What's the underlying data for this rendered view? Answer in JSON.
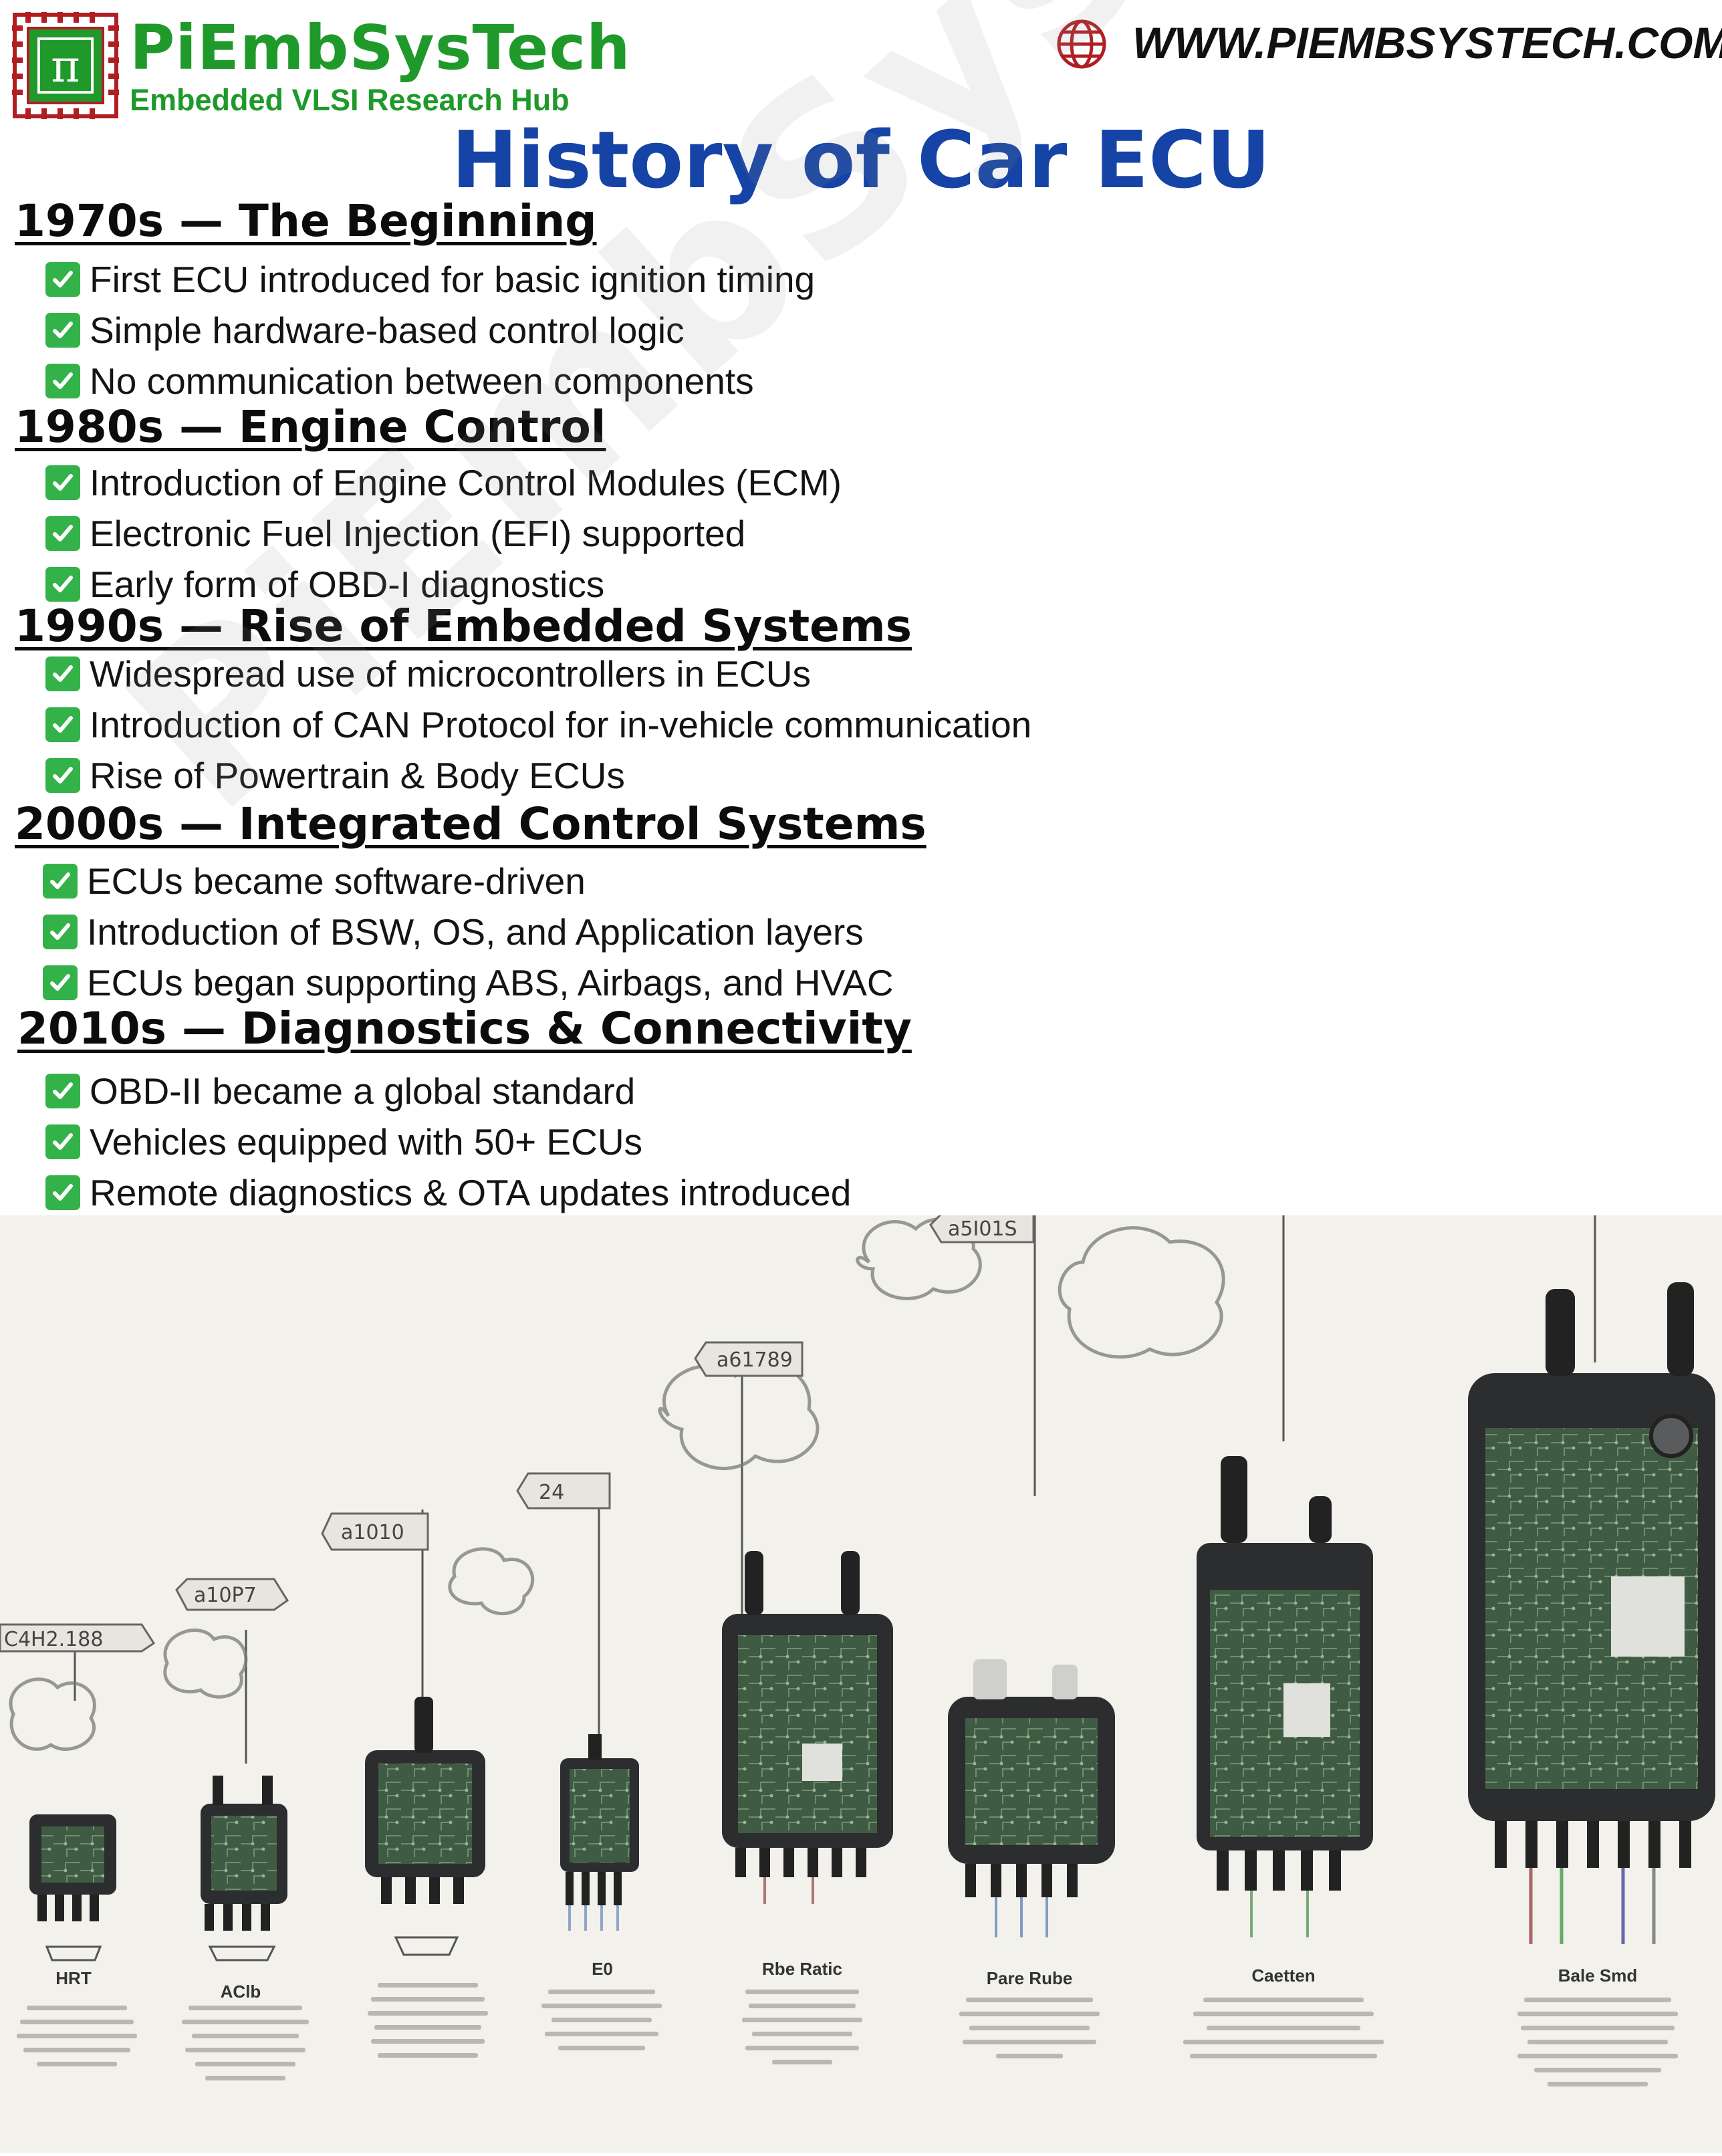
{
  "header": {
    "brand_name": "PiEmbSysTech",
    "brand_tagline": "Embedded VLSI Research Hub",
    "website": "WWW.PIEMBSYSTECH.COM",
    "logo_glyph": "π",
    "globe_icon": "globe-icon",
    "brand_color": "#1f9a2a",
    "logo_frame_color": "#b01e24"
  },
  "title": "History of Car ECU",
  "title_color": "#1544a6",
  "watermark": "PiEmbSysTech",
  "check_icon": "check-mark-icon",
  "check_color": "#34b24a",
  "eras": [
    {
      "heading": " 1970s — The Beginning",
      "items": [
        "First ECU introduced for basic ignition timing",
        "Simple hardware-based control logic",
        "No communication between components"
      ]
    },
    {
      "heading": "1980s — Engine Control",
      "items": [
        "Introduction of Engine Control Modules (ECM)",
        "Electronic Fuel Injection (EFI) supported",
        "Early form of OBD-I diagnostics"
      ]
    },
    {
      "heading": "1990s — Rise of Embedded Systems",
      "items": [
        "Widespread use of microcontrollers in ECUs",
        "Introduction of CAN Protocol for in-vehicle communication",
        "Rise of Powertrain & Body ECUs"
      ]
    },
    {
      "heading": "2000s — Integrated Control Systems",
      "items": [
        "ECUs became software-driven",
        "Introduction of BSW, OS, and Application layers",
        "ECUs began supporting ABS, Airbags, and HVAC"
      ]
    },
    {
      "heading": "2010s — Diagnostics & Connectivity",
      "items": [
        "OBD-II became a global standard",
        "Vehicles equipped with 50+ ECUs",
        "Remote diagnostics & OTA updates introduced"
      ]
    }
  ],
  "illustration": {
    "tags": [
      "C4H2.188",
      "a10P7",
      "a1010",
      "24",
      "a61789",
      "a5I01S"
    ],
    "ecus": [
      {
        "label": "HRT"
      },
      {
        "label": "AClb"
      },
      {
        "label": ""
      },
      {
        "label": "E0"
      },
      {
        "label": "Rbe Ratic"
      },
      {
        "label": "Pare Rube"
      },
      {
        "label": "Caetten"
      },
      {
        "label": "Bale Smd"
      }
    ]
  }
}
